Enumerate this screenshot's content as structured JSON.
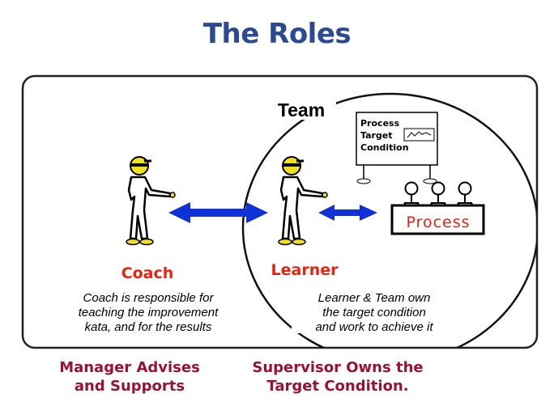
{
  "title": "The Roles",
  "diagram": {
    "team_label": "Team",
    "board": {
      "line1": "Process",
      "line2": "Target",
      "line3": "Condition"
    },
    "process_label": "Process",
    "coach": {
      "label": "Coach",
      "desc": [
        "Coach is responsible for",
        "teaching the improvement",
        "kata, and for the results"
      ]
    },
    "learner": {
      "label": "Learner",
      "desc": [
        "Learner & Team own",
        "the target condition",
        "and work to achieve it"
      ]
    },
    "colors": {
      "arrow": "#1030d8",
      "role_label": "#e8220c",
      "helmet": "#f0e020"
    }
  },
  "captions": {
    "manager": [
      "Manager Advises",
      "and Supports"
    ],
    "supervisor": [
      "Supervisor Owns the",
      "Target Condition."
    ]
  }
}
